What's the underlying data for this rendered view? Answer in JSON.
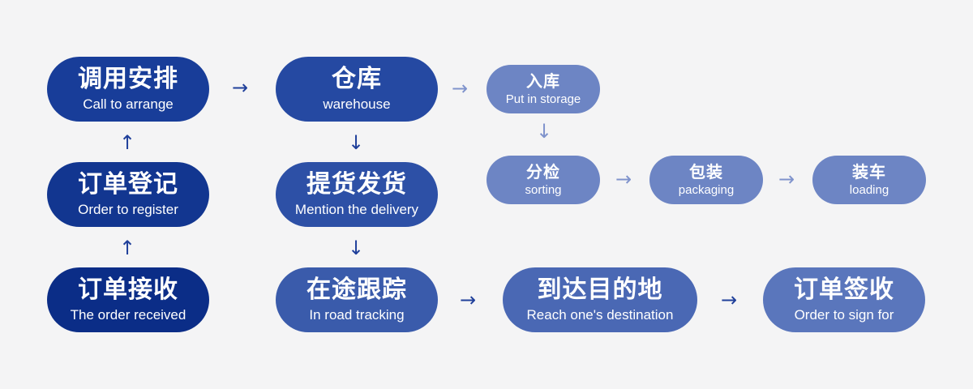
{
  "colors": {
    "background": "#f4f4f5",
    "dark_navy": "#0d2f86",
    "mid_blue": "#2347a0",
    "steel_blue": "#4a68b4",
    "light_blue": "#6c84c3",
    "arrow_dark": "#1f3f9a",
    "arrow_light": "#7f93cc"
  },
  "nodes": {
    "arrange": {
      "zh": "调用安排",
      "en": "Call to arrange"
    },
    "register": {
      "zh": "订单登记",
      "en": "Order to register"
    },
    "received": {
      "zh": "订单接收",
      "en": "The order received"
    },
    "warehouse": {
      "zh": "仓库",
      "en": "warehouse"
    },
    "delivery": {
      "zh": "提货发货",
      "en": "Mention the delivery"
    },
    "tracking": {
      "zh": "在途跟踪",
      "en": "In road tracking"
    },
    "put_in_storage": {
      "zh": "入库",
      "en": "Put in storage"
    },
    "sorting": {
      "zh": "分检",
      "en": "sorting"
    },
    "packaging": {
      "zh": "包装",
      "en": "packaging"
    },
    "loading": {
      "zh": "装车",
      "en": "loading"
    },
    "destination": {
      "zh": "到达目的地",
      "en": "Reach one's destination"
    },
    "sign": {
      "zh": "订单签收",
      "en": "Order to sign for"
    }
  },
  "arrows": {
    "right": "→",
    "up": "↑",
    "down": "↓"
  }
}
